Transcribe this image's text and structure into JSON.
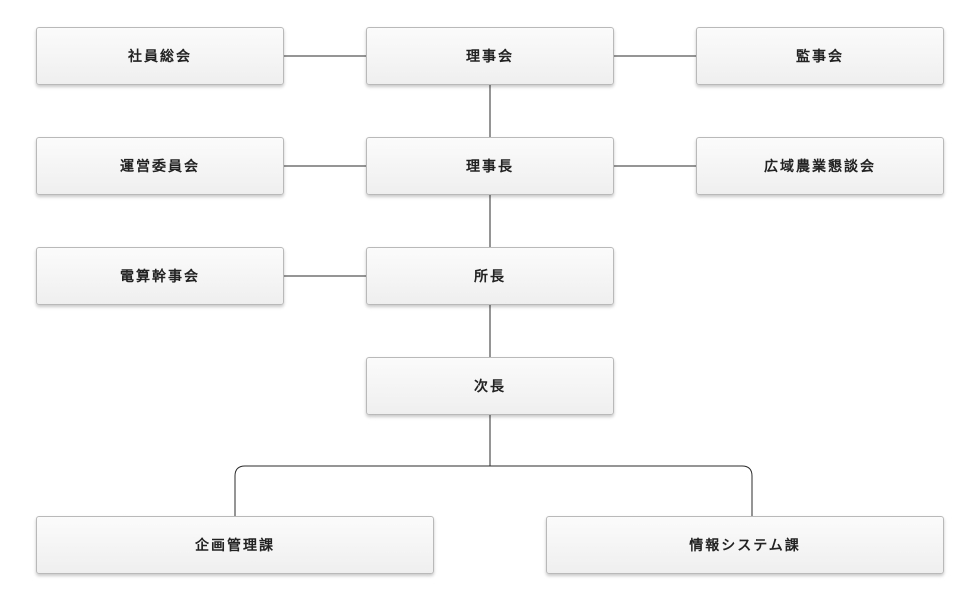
{
  "nodes": {
    "shain_sokai": "社員総会",
    "rijikai": "理事会",
    "kanjikai": "監事会",
    "unei_iinkai": "運営委員会",
    "rijicho": "理事長",
    "kouiki_nougyou": "広域農業懇談会",
    "densan_kanjikai": "電算幹事会",
    "shocho": "所長",
    "jicho": "次長",
    "kikaku_kanri_ka": "企画管理課",
    "joho_system_ka": "情報システム課"
  }
}
